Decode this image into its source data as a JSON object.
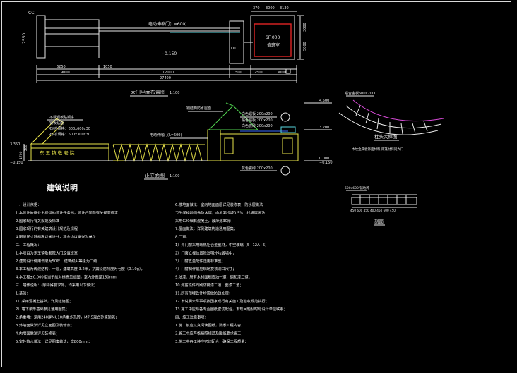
{
  "plan_view": {
    "title": "大门平面布置图",
    "scale": "1:100",
    "label_cc": "CC",
    "label_gate": "电动伸缩门(L=600)",
    "label_elev": "−0.150",
    "label_guard": "值班室",
    "label_guard_area": "SF:000",
    "label_ld": "LD",
    "dim_bottom_1": "9000",
    "dim_bottom_2": "12000",
    "dim_bottom_3": "27400",
    "dim_bottom_4": "6250",
    "dim_bottom_5": "1050",
    "dim_bottom_6": "1500",
    "dim_bottom_7": "2500",
    "dim_bottom_8": "3000",
    "dim_top_1": "370",
    "dim_top_2": "3000",
    "dim_top_3": "3130",
    "dim_right_1": "3000",
    "dim_right_2": "5000",
    "dim_left": "2550"
  },
  "elevation": {
    "title": "正立面图",
    "scale": "1:100",
    "sign_text": "东 王 镇 敬 老 院",
    "annot_board_1": "不锈钢板贴铜字",
    "annot_board_2": "钢板贴面",
    "annot_board_3": "石材 规格：600x600x30",
    "annot_board_4": "石材 规格：600x300x30",
    "annot_gate": "电动伸缩门(L=600)",
    "annot_roof": "钢结构防水屋面",
    "annot_sign_1": "白色铝板 200x200",
    "annot_sign_2": "橘色铝板 200x200",
    "annot_wall": "白色瓷砖 200x200",
    "annot_base": "灰色瓷砖 200x200",
    "level_1": "4.500",
    "level_2": "3.200",
    "level_3": "0.000",
    "level_4": "−0.150",
    "level_5": "3.350",
    "level_6": "−0.150",
    "dim_left_1": "1700",
    "dim_left_2": "200"
  },
  "detail_1": {
    "title": "柱头大样图",
    "label_1": "铝合金板600x2000",
    "label_2": "木纹金属板饰面材料,雨篷材料同大门"
  },
  "detail_2": {
    "title": "剖面",
    "label": "600x600 铺地砖",
    "dims": "450 600 450 400 450 600 450"
  },
  "notes": {
    "heading": "建筑说明",
    "left": [
      "一、设计依据：",
      "1.本设计依据业主提供的设计任务书，设计合同与有关规范规定",
      "2.国家现行有关规范及标准",
      "3.国家现行的有关建筑设计规范及规程",
      "4.图纸尺寸除标高以米计外，其余均以毫米为单位",
      "二、工程概况：",
      "1.本项目为东王镇敬老院大门及值班室",
      "2.建筑设计使用年限为50年，建筑耐火等级为二级",
      "3.本工程为砖混结构，一层，建筑高度 3.2米，抗震设防烈度为七度（0.10g），",
      "4.本工程±0.000相当于绝对标高见总图，室内外高差150mm",
      "三、墙体说明：(除特殊要求外，均采用以下做法)",
      "1.基础：",
      "1）采用混凝土基础，详见结施图；",
      "2）墙下条形基础参见通用图集；",
      "2.承重墙：采用240厚MU10承重多孔砖，M7.5混合砂浆砌筑；",
      "3.外墙面做法详见立面图及装修表；",
      "4.内墙面做法详见装修表；",
      "5.室外散水做法：详见图集做法，宽800mm；"
    ],
    "right": [
      "6.楼地面做法：室内地面面层详见装修表，防水层做法",
      "  卫生间楼地面做防水层，向地漏找坡0.5%，找坡层做法",
      "  采用C20细石混凝土，最薄处30厚；",
      "7.屋面做法：详见建筑构造通用图集；",
      "8.门窗：",
      "  1）外门窗采用断热铝合金型材，中空玻璃（5+12A+5）",
      "  2）门窗立樘位置除注明外均居墙中；",
      "  3）门窗五金配件选用标准型；",
      "  4）门窗制作前应现场复核洞口尺寸；",
      "9.油漆：所有木材面刷底油一道，调和漆二道；",
      "10.外露铁件均刷防锈漆二道，面漆二道；",
      "11.所有预埋铁件均需做防锈处理；",
      "12.本说明未尽事项按国家现行有关施工及验收规范执行；",
      "13.施工中应与各专业图纸密切配合，发现问题及时与设计单位联系；",
      "四、施工注意事项：",
      "1.施工前应认真阅读图纸，熟悉工程内容；",
      "2.施工中应严格按照规范及图纸要求施工；",
      "3.施工中各工种应密切配合，确保工程质量；"
    ]
  }
}
